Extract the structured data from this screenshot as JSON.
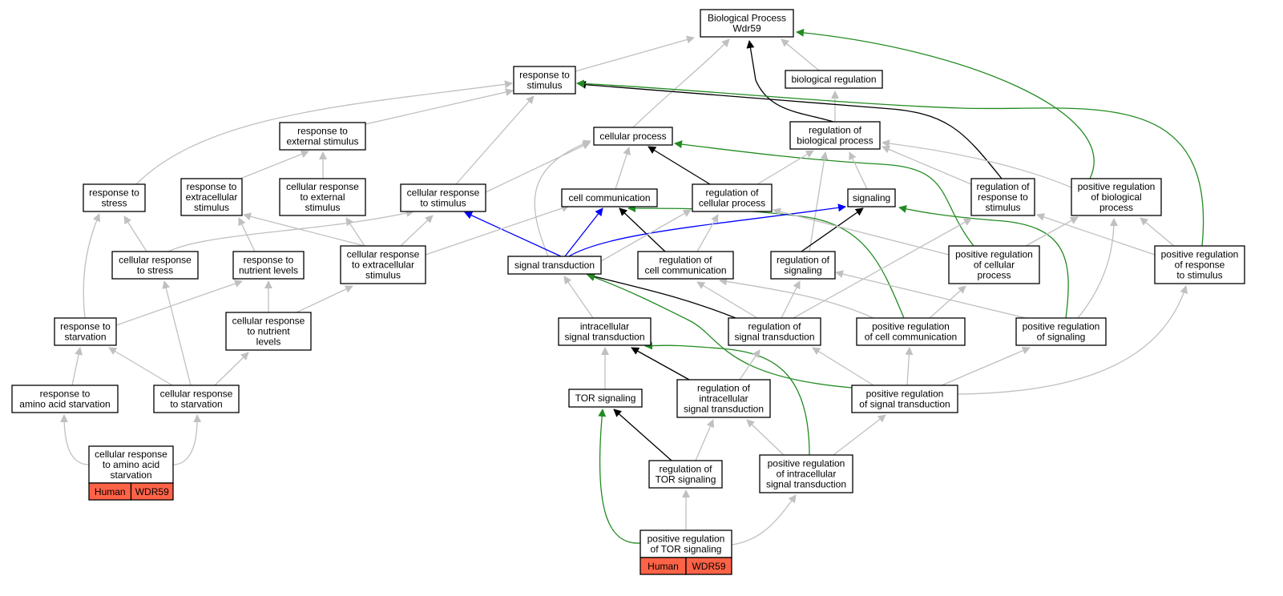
{
  "diagram": {
    "colors": {
      "is_a": "#c0c0c0",
      "regulates": "#000000",
      "part_of": "#0000ff",
      "positively_regulates": "#228b22",
      "annotation": "#ff6347"
    },
    "nodes": {
      "bp": {
        "lines": [
          "Biological Process",
          "Wdr59"
        ]
      },
      "resp_stim": {
        "lines": [
          "response to",
          "stimulus"
        ]
      },
      "bio_reg": {
        "lines": [
          "biological regulation"
        ]
      },
      "cell_proc": {
        "lines": [
          "cellular process"
        ]
      },
      "reg_bio_proc": {
        "lines": [
          "regulation of",
          "biological process"
        ]
      },
      "resp_ext_stim": {
        "lines": [
          "response to",
          "external stimulus"
        ]
      },
      "resp_stress": {
        "lines": [
          "response to",
          "stress"
        ]
      },
      "resp_extracell": {
        "lines": [
          "response to",
          "extracellular",
          "stimulus"
        ]
      },
      "cell_resp_ext": {
        "lines": [
          "cellular response",
          "to external",
          "stimulus"
        ]
      },
      "cell_resp_stim": {
        "lines": [
          "cellular response",
          "to stimulus"
        ]
      },
      "cell_comm": {
        "lines": [
          "cell communication"
        ]
      },
      "reg_cell_proc": {
        "lines": [
          "regulation of",
          "cellular process"
        ]
      },
      "signaling": {
        "lines": [
          "signaling"
        ]
      },
      "reg_resp_stim": {
        "lines": [
          "regulation of",
          "response to",
          "stimulus"
        ]
      },
      "pos_reg_bio": {
        "lines": [
          "positive regulation",
          "of biological",
          "process"
        ]
      },
      "cell_resp_stress": {
        "lines": [
          "cellular response",
          "to stress"
        ]
      },
      "resp_nutrient": {
        "lines": [
          "response to",
          "nutrient levels"
        ]
      },
      "cell_resp_extracell": {
        "lines": [
          "cellular response",
          "to extracellular",
          "stimulus"
        ]
      },
      "sig_trans": {
        "lines": [
          "signal transduction"
        ]
      },
      "reg_cell_comm": {
        "lines": [
          "regulation of",
          "cell communication"
        ]
      },
      "reg_signaling": {
        "lines": [
          "regulation of",
          "signaling"
        ]
      },
      "pos_reg_cell_proc": {
        "lines": [
          "positive regulation",
          "of cellular",
          "process"
        ]
      },
      "pos_reg_resp_stim": {
        "lines": [
          "positive regulation",
          "of response",
          "to stimulus"
        ]
      },
      "resp_starv": {
        "lines": [
          "response to",
          "starvation"
        ]
      },
      "cell_resp_nutrient": {
        "lines": [
          "cellular response",
          "to nutrient",
          "levels"
        ]
      },
      "intra_sig": {
        "lines": [
          "intracellular",
          "signal transduction"
        ]
      },
      "reg_sig_trans": {
        "lines": [
          "regulation of",
          "signal transduction"
        ]
      },
      "pos_reg_cell_comm": {
        "lines": [
          "positive regulation",
          "of cell communication"
        ]
      },
      "pos_reg_signaling": {
        "lines": [
          "positive regulation",
          "of signaling"
        ]
      },
      "resp_aa_starv": {
        "lines": [
          "response to",
          "amino acid starvation"
        ]
      },
      "cell_resp_starv": {
        "lines": [
          "cellular response",
          "to starvation"
        ]
      },
      "tor_sig": {
        "lines": [
          "TOR signaling"
        ]
      },
      "reg_intra_sig": {
        "lines": [
          "regulation of",
          "intracellular",
          "signal transduction"
        ]
      },
      "pos_reg_sig_trans": {
        "lines": [
          "positive regulation",
          "of signal transduction"
        ]
      },
      "reg_tor": {
        "lines": [
          "regulation of",
          "TOR signaling"
        ]
      },
      "pos_reg_intra_sig": {
        "lines": [
          "positive regulation",
          "of intracellular",
          "signal transduction"
        ]
      },
      "cell_resp_aa_starv": {
        "lines": [
          "cellular response",
          "to amino acid",
          "starvation"
        ],
        "annotation": [
          "Human",
          "WDR59"
        ]
      },
      "pos_reg_tor": {
        "lines": [
          "positive regulation",
          "of TOR signaling"
        ],
        "annotation": [
          "Human",
          "WDR59"
        ]
      }
    }
  }
}
